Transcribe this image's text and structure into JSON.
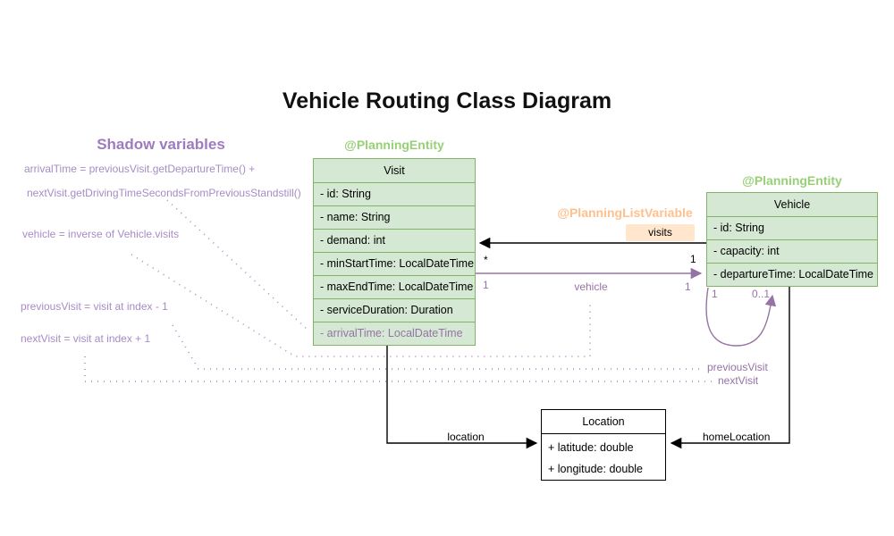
{
  "title": "Vehicle Routing Class Diagram",
  "shadow": {
    "heading": "Shadow variables",
    "notes": [
      "arrivalTime = previousVisit.getDepartureTime() +",
      "nextVisit.getDrivingTimeSecondsFromPreviousStandstill()",
      "vehicle = inverse of Vehicle.visits",
      "previousVisit = visit at index - 1",
      "nextVisit = visit at index + 1"
    ]
  },
  "classes": {
    "visit": {
      "annotation": "@PlanningEntity",
      "name": "Visit",
      "attributes": [
        "- id: String",
        "- name: String",
        "- demand: int",
        "- minStartTime: LocalDateTime",
        "- maxEndTime: LocalDateTime",
        "- serviceDuration: Duration",
        "- arrivalTime: LocalDateTime"
      ]
    },
    "vehicle": {
      "annotation": "@PlanningEntity",
      "name": "Vehicle",
      "attributes": [
        "- id: String",
        "- capacity: int",
        "- departureTime: LocalDateTime"
      ]
    },
    "location": {
      "name": "Location",
      "attributes": [
        "+ latitude: double",
        "+ longitude: double"
      ]
    }
  },
  "associations": {
    "visits_annotation": "@PlanningListVariable",
    "visits_label": "visits",
    "visits_mult_visit_end": "*",
    "visits_mult_vehicle_end": "1",
    "vehicle_label": "vehicle",
    "vehicle_mult_visit_end": "1",
    "vehicle_mult_vehicle_end": "1",
    "loop_mult_left": "1",
    "loop_mult_right": "0..1",
    "previous_visit_label": "previousVisit",
    "next_visit_label": "nextVisit",
    "location_label": "location",
    "home_location_label": "homeLocation"
  },
  "colors": {
    "entity_fill": "#d5e8d4",
    "entity_stroke": "#82b366",
    "entity_annotation_text": "#97d077",
    "list_variable_fill": "#ffe6cc",
    "list_variable_text": "#ffc08d",
    "purple": "#9673a6",
    "purple_light_text": "#a78cc5",
    "dotted_line": "#b193c7",
    "black": "#000000"
  }
}
